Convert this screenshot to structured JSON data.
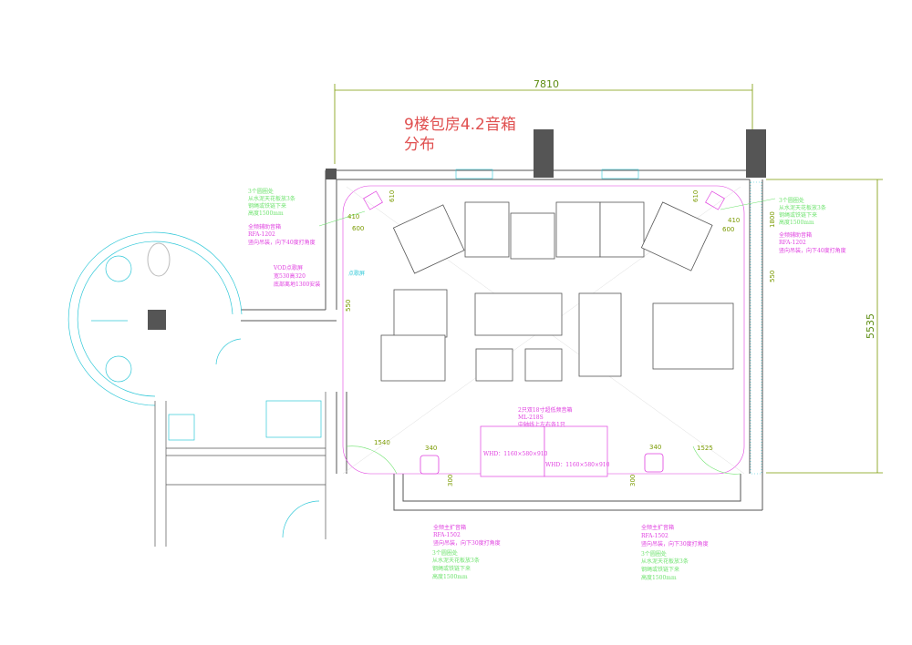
{
  "title_line1": "9楼包房4.2音箱",
  "title_line2": "分布",
  "dimensions": {
    "width_total": "7810",
    "height_total": "5535",
    "left_410": "410",
    "left_600": "600",
    "top_610_left": "610",
    "top_610_right": "610",
    "right_410": "410",
    "right_600": "600",
    "right_1800": "1800",
    "right_550": "550",
    "left_550": "550",
    "bottom_left_1540": "1540",
    "bottom_right_1525": "1525",
    "speaker_left_340": "340",
    "speaker_right_340": "340",
    "speaker_left_300": "300",
    "speaker_right_300": "300"
  },
  "notes": {
    "top_left_green": [
      "3个圆圈处",
      "从水泥天花板放3条",
      "钢绳或铁链下来",
      "高度1500mm"
    ],
    "top_left_magenta": [
      "全频辅助音箱",
      "RFA-1202",
      "竖向吊装，向下40度打角度"
    ],
    "vod_screen": [
      "VOD点歌屏",
      "宽530高320",
      "底部离地1300安装"
    ],
    "vod_label": "点歌屏",
    "top_right_green": [
      "3个圆圈处",
      "从水泥天花板放3条",
      "钢绳或铁链下来",
      "高度1500mm"
    ],
    "top_right_magenta": [
      "全频辅助音箱",
      "RFA-1202",
      "竖向吊装，向下40度打角度"
    ],
    "subwoofer": [
      "2只双18寸超低频音箱",
      "ML-218S",
      "中轴线上左右各1只"
    ],
    "sub_left_size": "WHD：1160×580×910",
    "sub_right_size": "WHD：1160×580×910",
    "bottom_left_magenta": [
      "全频主扩音箱",
      "RFA-1502",
      "竖向吊装，向下30度打角度"
    ],
    "bottom_left_green": [
      "3个圆圈处",
      "从水泥天花板放3条",
      "钢绳或铁链下来",
      "高度1500mm"
    ],
    "bottom_right_magenta": [
      "全频主扩音箱",
      "RFA-1502",
      "竖向吊装，向下30度打角度"
    ],
    "bottom_right_green": [
      "3个圆圈处",
      "从水泥天花板放3条",
      "钢绳或铁链下来",
      "高度1500mm"
    ]
  },
  "colors": {
    "wall": "#555555",
    "cyan": "#30c8d8",
    "magenta": "#e040e0",
    "green": "#6fe36f",
    "title": "#e05050",
    "pillar": "#555555"
  }
}
